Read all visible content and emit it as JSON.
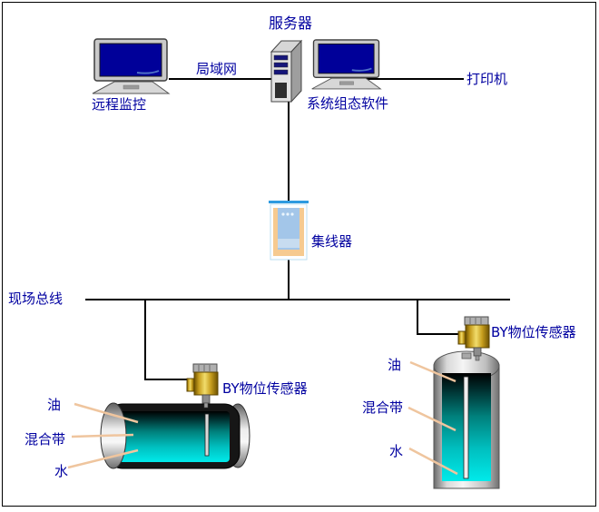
{
  "network": {
    "server_label": "服务器",
    "remote_monitor_label": "远程监控",
    "lan_label": "局域网",
    "config_software_label": "系统组态软件",
    "printer_label": "打印机",
    "hub_label": "集线器",
    "field_bus_label": "现场总线"
  },
  "sensors": {
    "left_label": "BY物位传感器",
    "right_label": "BY物位传感器"
  },
  "tanks": {
    "horizontal": {
      "oil": "油",
      "mixed_zone": "混合带",
      "water": "水"
    },
    "vertical": {
      "oil": "油",
      "mixed_zone": "混合带",
      "water": "水"
    }
  },
  "icons": {
    "remote_monitor": "monitor-icon",
    "config_monitor": "monitor-icon",
    "server": "server-tower-icon",
    "hub": "hub-icon",
    "left_sensor": "level-sensor-icon",
    "right_sensor": "level-sensor-icon",
    "horizontal_tank": "horizontal-tank-icon",
    "vertical_tank": "vertical-tank-icon"
  },
  "colors": {
    "label_text": "#0000A0",
    "line": "#000000",
    "screen_blue": "#000099",
    "tank_cyan": "#00EAEA",
    "sensor_gold": "#C79E1E",
    "leader_line": "#EFC59E",
    "hub_orange": "#F6CA90",
    "hub_blue": "#A3C6E9",
    "hub_top_bar": "#2E9BE0"
  }
}
